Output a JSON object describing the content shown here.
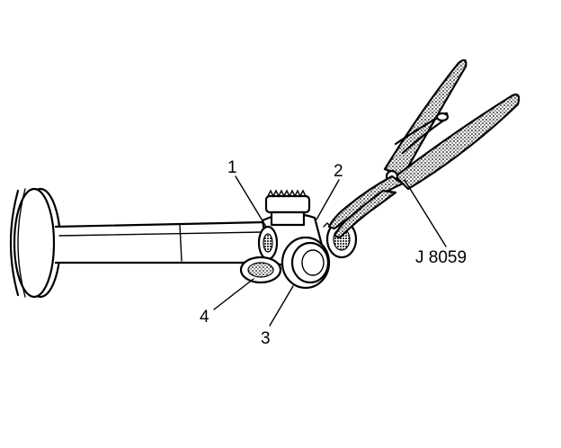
{
  "callouts": {
    "c1": "1",
    "c2": "2",
    "c3": "3",
    "c4": "4",
    "tool": "J 8059"
  }
}
